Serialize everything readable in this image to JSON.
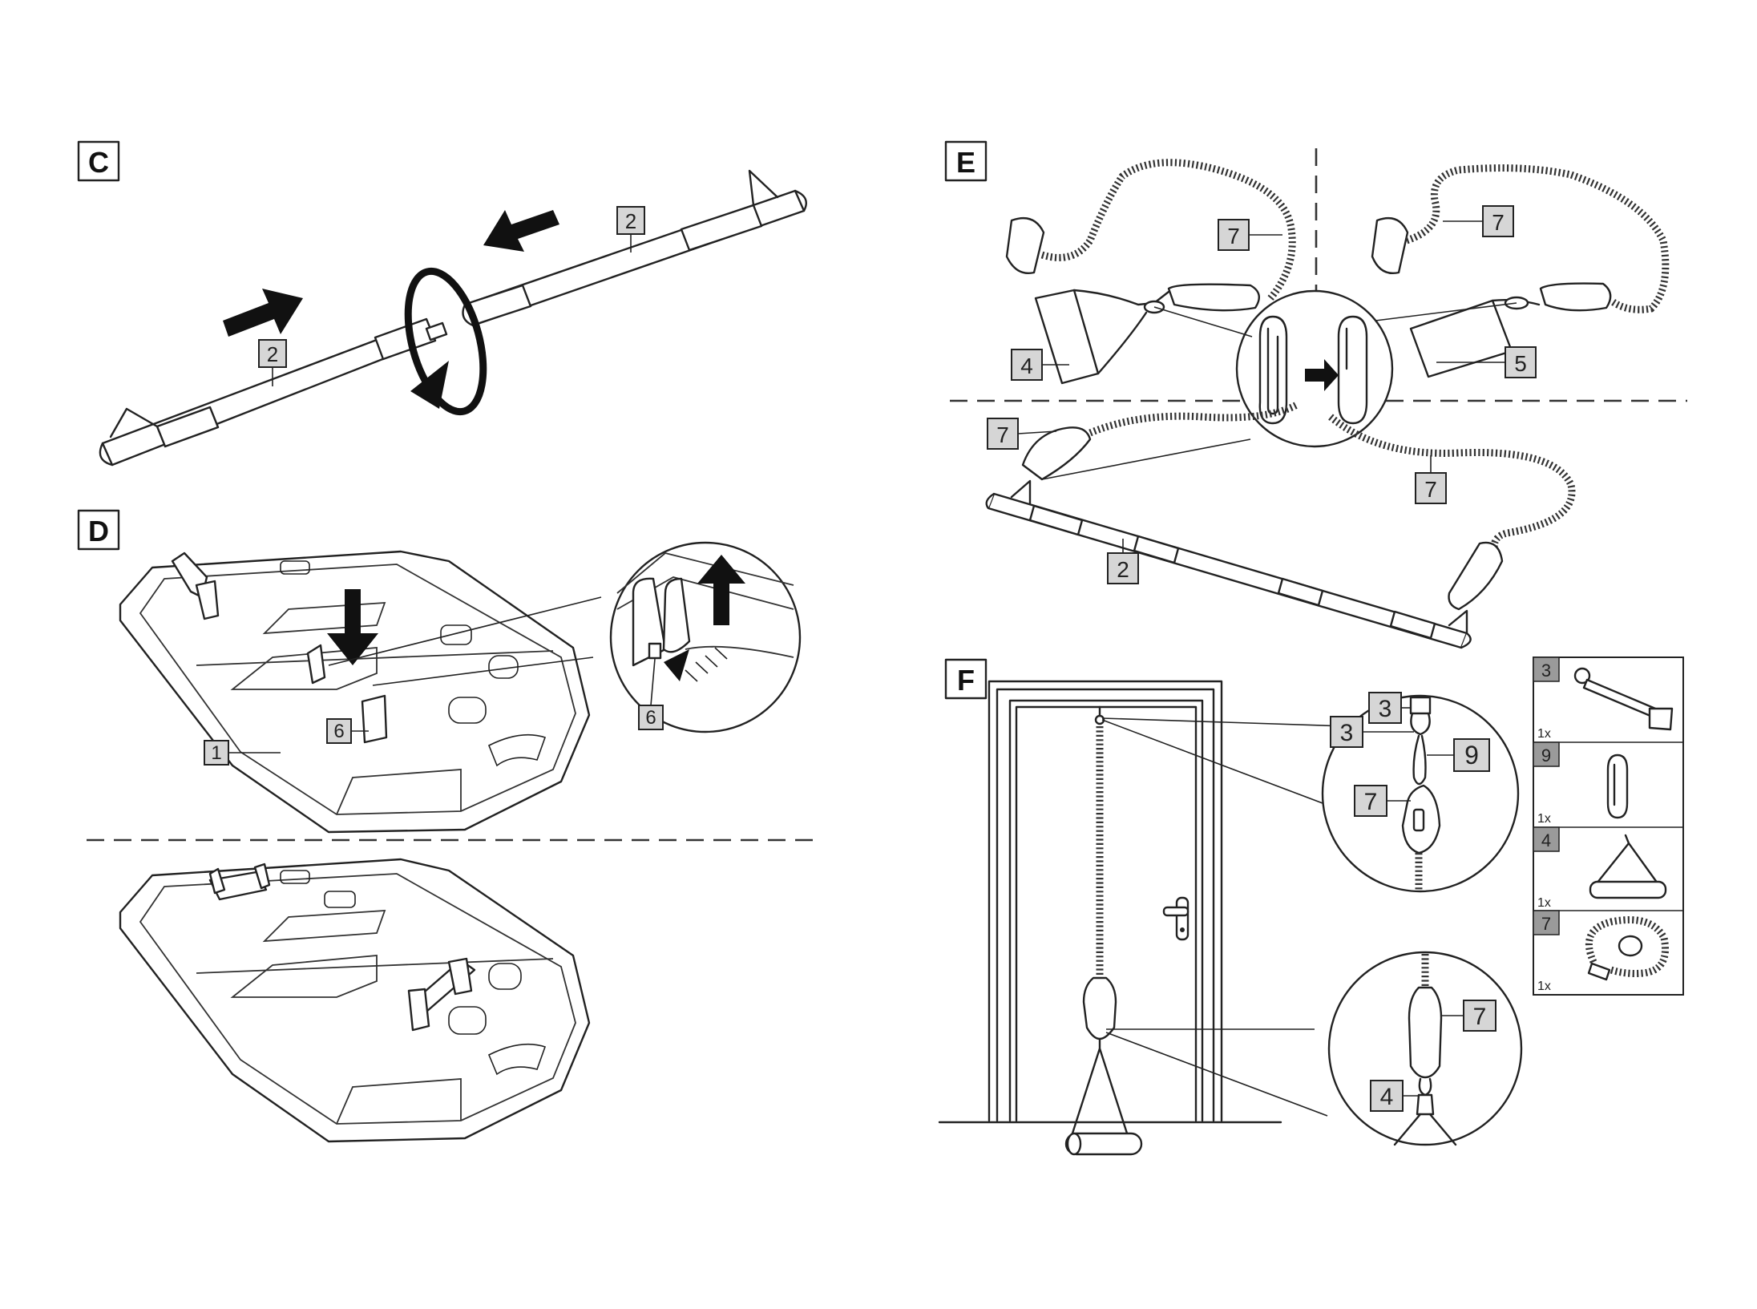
{
  "sections": {
    "C": "C",
    "D": "D",
    "E": "E",
    "F": "F"
  },
  "callouts": {
    "c_bar_left": "2",
    "c_bar_right": "2",
    "d_mat": "1",
    "d_handle": "6",
    "d_zoom_handle": "6",
    "e_cord_top_left": "7",
    "e_cord_top_right": "7",
    "e_handle": "4",
    "e_ankle_strap": "5",
    "e_cord_bottom_left": "7",
    "e_cord_bottom_right": "7",
    "e_bar": "2",
    "f_zoom_anchor": "3",
    "f_anchor": "3",
    "f_carabiner": "9",
    "f_cord_zoom": "7",
    "f_cord_zoom2": "7",
    "f_handle_zoom": "4"
  },
  "parts_list": [
    {
      "number": "3",
      "qty": "1x",
      "icon": "door-anchor-icon"
    },
    {
      "number": "9",
      "qty": "1x",
      "icon": "carabiner-icon"
    },
    {
      "number": "4",
      "qty": "1x",
      "icon": "handle-icon"
    },
    {
      "number": "7",
      "qty": "1x",
      "icon": "resistance-cord-icon"
    }
  ],
  "colors": {
    "ink": "#222222",
    "callout_fill": "#d6d6d6",
    "parts_header_fill": "#9a9a9a"
  }
}
